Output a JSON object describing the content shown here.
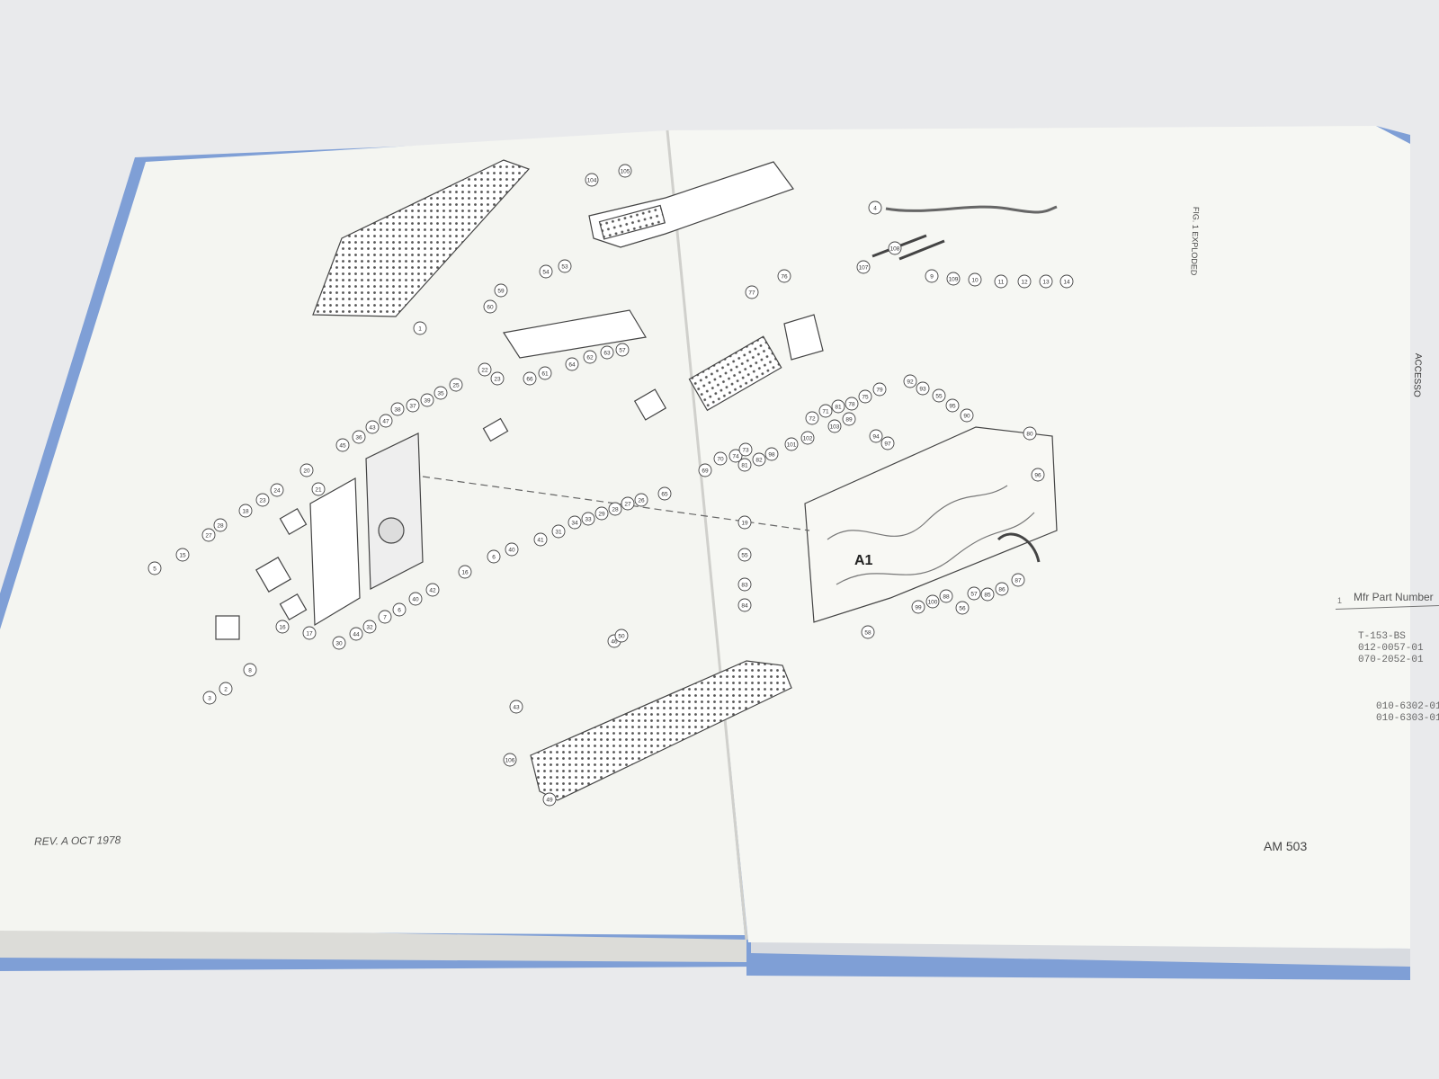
{
  "book": {
    "revision": "REV. A OCT 1978",
    "model": "AM 503",
    "figure_title": "FIG. 1 EXPLODED",
    "tab_label": "ACCESSO",
    "board_label": "A1"
  },
  "parts_list": {
    "index": "1",
    "column_header": "Mfr Part Number",
    "group1": [
      "T-153-BS",
      "012-0057-01",
      "070-2052-01"
    ],
    "group2": [
      "010-6302-01",
      "010-6303-01"
    ]
  },
  "callouts": [
    "1",
    "104",
    "105",
    "4",
    "107",
    "108",
    "9",
    "109",
    "10",
    "11",
    "12",
    "13",
    "14",
    "54",
    "53",
    "59",
    "60",
    "76",
    "77",
    "79",
    "75",
    "64",
    "62",
    "63",
    "57",
    "66",
    "61",
    "22",
    "23",
    "25",
    "35",
    "39",
    "37",
    "38",
    "47",
    "43",
    "45",
    "36",
    "20",
    "21",
    "24",
    "23",
    "18",
    "28",
    "27",
    "15",
    "5",
    "3",
    "2",
    "8",
    "16",
    "17",
    "30",
    "44",
    "32",
    "7",
    "6",
    "40",
    "42",
    "16",
    "6",
    "40",
    "41",
    "31",
    "34",
    "33",
    "29",
    "28",
    "27",
    "26",
    "65",
    "69",
    "70",
    "74",
    "73",
    "72",
    "71",
    "103",
    "81",
    "78",
    "89",
    "92",
    "93",
    "55",
    "95",
    "90",
    "94",
    "97",
    "80",
    "96",
    "101",
    "102",
    "98",
    "82",
    "81",
    "19",
    "55",
    "83",
    "84",
    "99",
    "100",
    "88",
    "56",
    "57",
    "85",
    "86",
    "87",
    "58",
    "46",
    "50",
    "43",
    "106",
    "49"
  ],
  "colors": {
    "cover": "#7f9fd6",
    "page": "#f4f5f1",
    "background": "#e9eaec",
    "ink": "#444444"
  }
}
